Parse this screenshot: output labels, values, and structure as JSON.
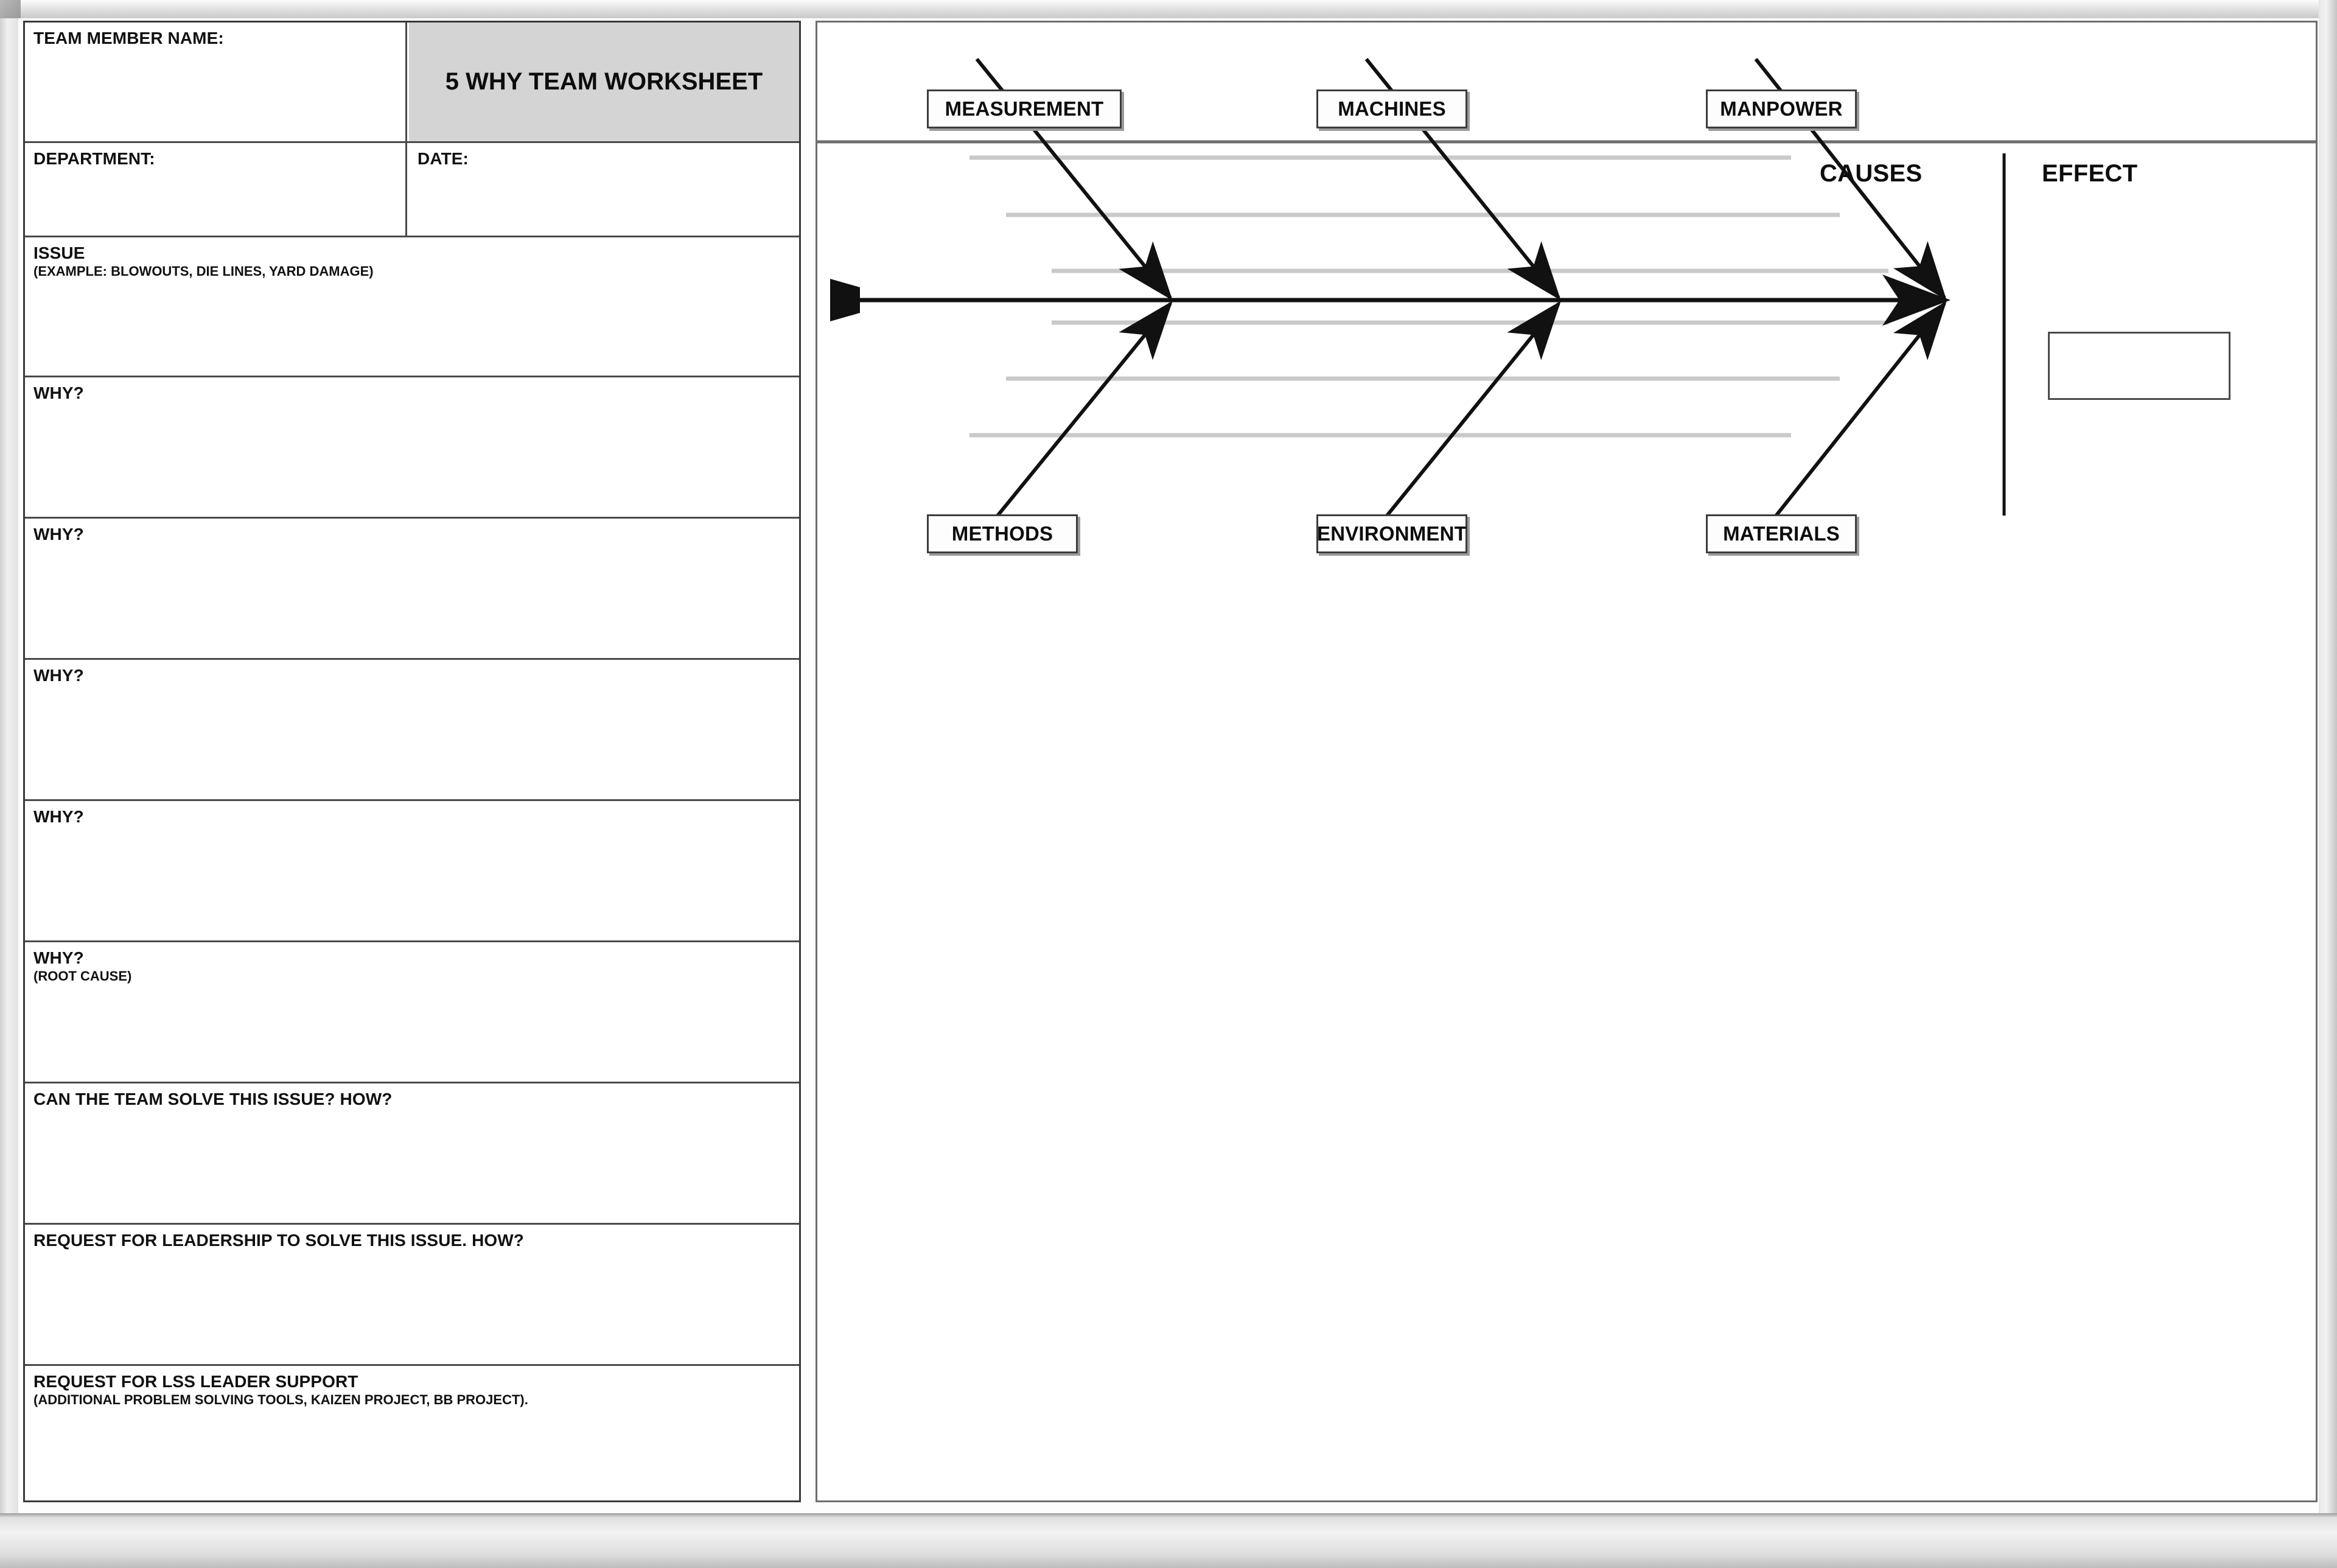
{
  "worksheet": {
    "title": "5 WHY TEAM WORKSHEET",
    "fields": {
      "team_member": "TEAM MEMBER NAME:",
      "department": "DEPARTMENT:",
      "date": "DATE:"
    },
    "sections": [
      {
        "label": "ISSUE",
        "sub": "(EXAMPLE: BLOWOUTS, DIE LINES, YARD DAMAGE)"
      },
      {
        "label": "WHY?",
        "sub": ""
      },
      {
        "label": "WHY?",
        "sub": ""
      },
      {
        "label": "WHY?",
        "sub": ""
      },
      {
        "label": "WHY?",
        "sub": ""
      },
      {
        "label": "WHY?",
        "sub": "(ROOT CAUSE)"
      },
      {
        "label": "CAN THE TEAM SOLVE THIS ISSUE? HOW?",
        "sub": ""
      },
      {
        "label": "REQUEST FOR LEADERSHIP TO SOLVE THIS ISSUE. HOW?",
        "sub": ""
      },
      {
        "label": "REQUEST FOR LSS LEADER SUPPORT",
        "sub": "(ADDITIONAL PROBLEM SOLVING TOOLS, KAIZEN PROJECT, BB PROJECT)."
      }
    ]
  },
  "fishbone": {
    "headers": {
      "causes": "CAUSES",
      "effect": "EFFECT"
    },
    "categories_top": [
      "MEASUREMENT",
      "MACHINES",
      "MANPOWER"
    ],
    "categories_bottom": [
      "METHODS",
      "ENVIRONMENT",
      "MATERIALS"
    ],
    "effect_box_label": ""
  },
  "colors": {
    "ink": "#111111",
    "rule": "#4a4a4a",
    "title_fill": "#d4d4d4",
    "subbone": "#c9c9c9",
    "frame": "#cfcfcf"
  }
}
